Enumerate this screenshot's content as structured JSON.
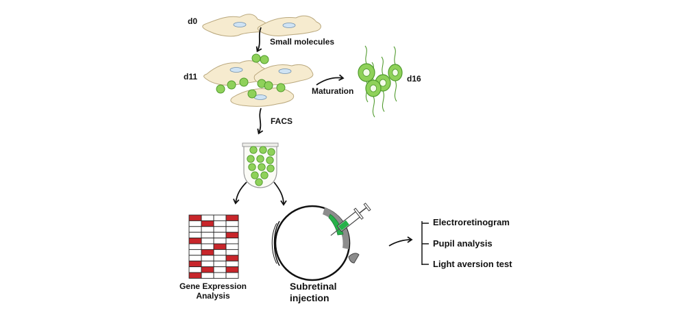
{
  "stages": {
    "d0": "d0",
    "d11": "d11",
    "d16": "d16"
  },
  "steps": {
    "small_molecules": "Small molecules",
    "maturation": "Maturation",
    "facs": "FACS"
  },
  "analysis": {
    "gene_expression_line1": "Gene Expression",
    "gene_expression_line2": "Analysis",
    "subretinal_line1": "Subretinal",
    "subretinal_line2": "injection"
  },
  "tests": [
    "Electroretinogram",
    "Pupil analysis",
    "Light aversion test"
  ],
  "colors": {
    "fibroblast_fill": "#f6ebcf",
    "fibroblast_stroke": "#b9a77c",
    "nucleus": "#cfe3f4",
    "cell_green": "#8fd15a",
    "cell_green_stroke": "#4f9a2c",
    "heatmap_red": "#c8262b",
    "retina_green": "#27b14a",
    "eye_gray": "#8c8c8c"
  },
  "heatmap": {
    "rows": 11,
    "cols": 4,
    "red_cells": [
      [
        0,
        0
      ],
      [
        0,
        3
      ],
      [
        1,
        1
      ],
      [
        3,
        3
      ],
      [
        4,
        0
      ],
      [
        5,
        2
      ],
      [
        6,
        1
      ],
      [
        7,
        3
      ],
      [
        8,
        0
      ],
      [
        9,
        1
      ],
      [
        9,
        3
      ],
      [
        10,
        0
      ]
    ]
  }
}
